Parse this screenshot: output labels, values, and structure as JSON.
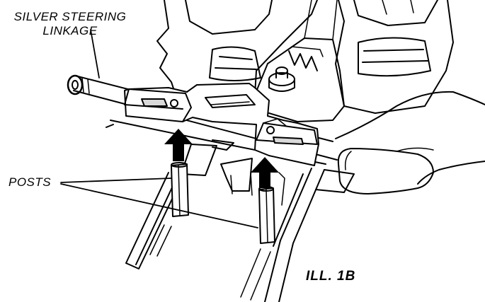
{
  "labels": {
    "steering_line1": "SILVER STEERING",
    "steering_line2": "LINKAGE",
    "posts": "POSTS",
    "illustration": "ILL. 1B"
  },
  "colors": {
    "ink": "#000000",
    "paper": "#ffffff",
    "shade": "#d9d9d9"
  }
}
